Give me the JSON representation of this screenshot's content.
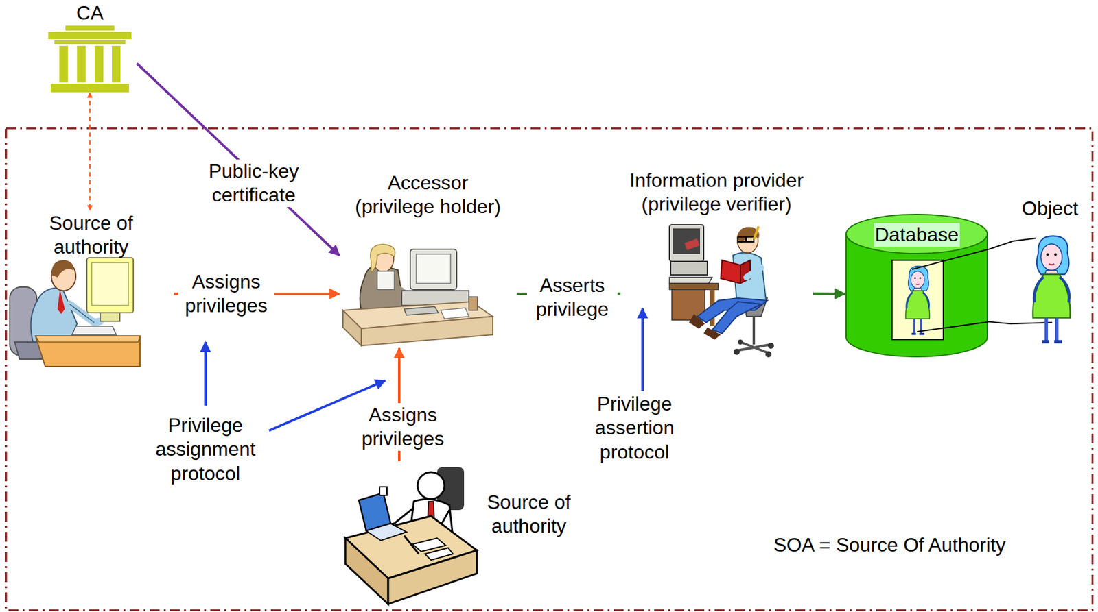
{
  "diagram": {
    "nodes": [
      {
        "text": [
          "CA"
        ]
      },
      {
        "text": [
          "Source of authority"
        ]
      },
      {
        "text": [
          "Accessor (privilege holder)"
        ]
      },
      {
        "text": [
          "Source of authority"
        ]
      },
      {
        "text": [
          "Information provider (privilege verifier)"
        ]
      },
      {
        "text": [
          "Database"
        ]
      },
      {
        "text": [
          "Object"
        ]
      }
    ],
    "edges": [
      {
        "from": 0,
        "to": 1,
        "arrow": "both"
      },
      {
        "from": 0,
        "to": 2,
        "label": "Public-key certificate",
        "arrow": "to"
      },
      {
        "from": 1,
        "to": 2,
        "label": "Assigns privileges",
        "arrow": "to"
      },
      {
        "from": 3,
        "to": 2,
        "label": "Assigns privileges",
        "arrow": "to"
      },
      {
        "from": 2,
        "to": 4,
        "label": "Asserts privilege",
        "arrow": "none"
      },
      {
        "from": 4,
        "to": 5,
        "arrow": "to"
      },
      {
        "from": 5,
        "to": 6,
        "arrow": "none"
      }
    ],
    "labels": [
      "Privilege assignment protocol",
      "Privilege assertion protocol",
      "SOA = Source Of Authority"
    ]
  }
}
